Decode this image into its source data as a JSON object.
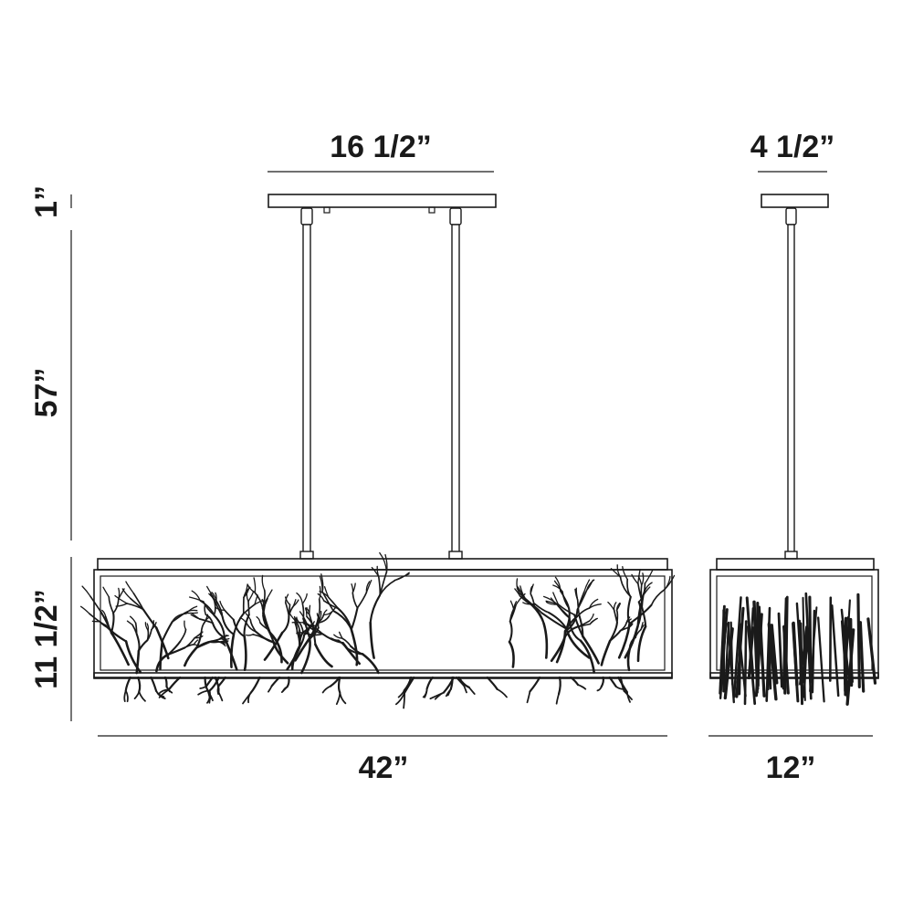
{
  "dimensions": {
    "canopy_width": "16 1/2”",
    "canopy_depth": "4 1/2”",
    "canopy_height": "1”",
    "overall_drop": "57”",
    "body_height": "11 1/2”",
    "body_length": "42”",
    "body_width": "12”"
  }
}
